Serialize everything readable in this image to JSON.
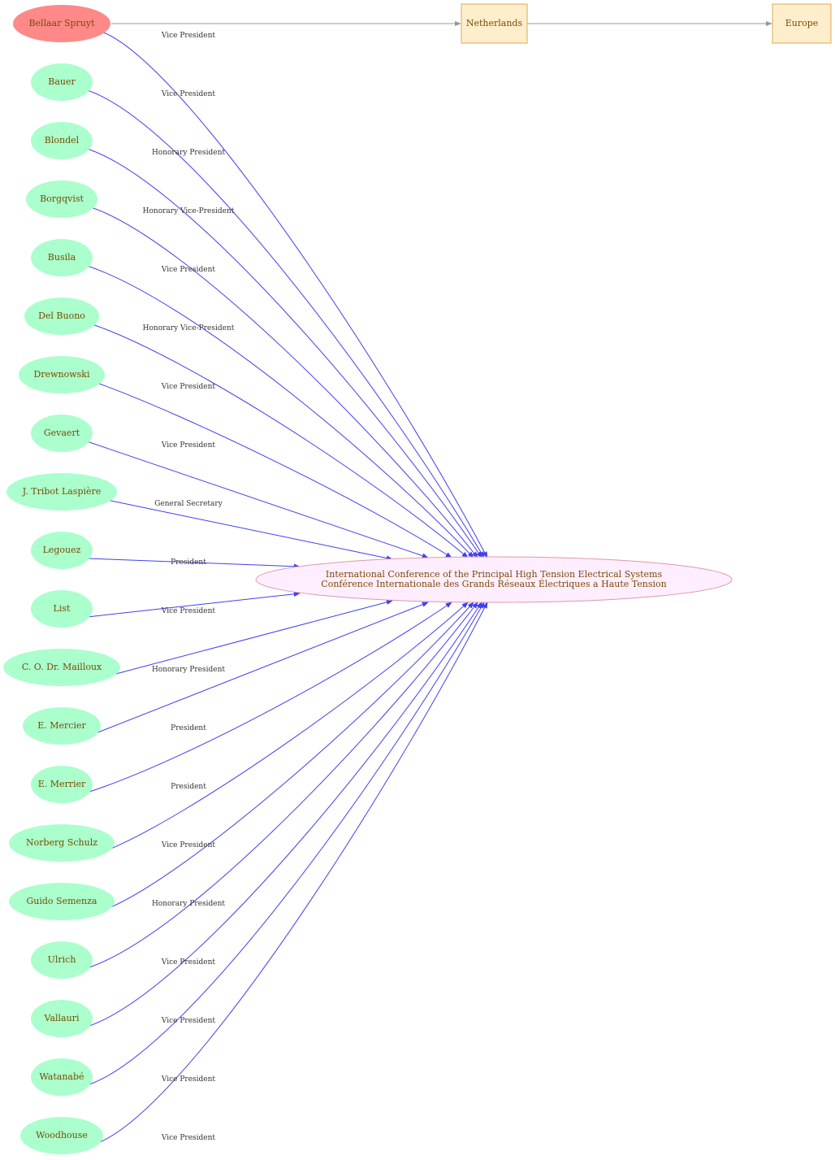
{
  "diagram": {
    "colors": {
      "person_fill": "#aaffcc",
      "highlight_fill": "#ff8888",
      "org_fill": "#ffeeff",
      "org_stroke": "#dd99aa",
      "place_fill": "#ffeecc",
      "place_stroke": "#ddaa55",
      "role_edge": "#4040ee",
      "place_edge": "#999999",
      "node_text": "#7a4a00",
      "edge_text": "#333333"
    },
    "organization": {
      "line1": "International Conference of the Principal High Tension Electrical Systems",
      "line2": "Conférence Internationale des Grands Réseaux Électriques a Haute Tension"
    },
    "places": [
      {
        "label": "Netherlands"
      },
      {
        "label": "Europe"
      }
    ],
    "people": [
      {
        "name": "Bellaar Spruyt",
        "role": "Vice President",
        "highlight": true
      },
      {
        "name": "Bauer",
        "role": "Vice President"
      },
      {
        "name": "Blondel",
        "role": "Honorary President"
      },
      {
        "name": "Borgqvist",
        "role": "Honorary Vice-President"
      },
      {
        "name": "Busila",
        "role": "Vice President"
      },
      {
        "name": "Del Buono",
        "role": "Honorary Vice-President"
      },
      {
        "name": "Drewnowski",
        "role": "Vice President"
      },
      {
        "name": "Gevaert",
        "role": "Vice President"
      },
      {
        "name": "J. Tribot Laspière",
        "role": "General Secretary"
      },
      {
        "name": "Legouez",
        "role": "President"
      },
      {
        "name": "List",
        "role": "Vice President"
      },
      {
        "name": "C. O. Dr. Mailloux",
        "role": "Honorary President"
      },
      {
        "name": "E. Mercier",
        "role": "President"
      },
      {
        "name": "E. Merrier",
        "role": "President"
      },
      {
        "name": "Norberg Schulz",
        "role": "Vice President"
      },
      {
        "name": "Guido Semenza",
        "role": "Honorary President"
      },
      {
        "name": "Ulrich",
        "role": "Vice President"
      },
      {
        "name": "Vallauri",
        "role": "Vice President"
      },
      {
        "name": "Watanabé",
        "role": "Vice President"
      },
      {
        "name": "Woodhouse",
        "role": "Vice President"
      }
    ]
  }
}
